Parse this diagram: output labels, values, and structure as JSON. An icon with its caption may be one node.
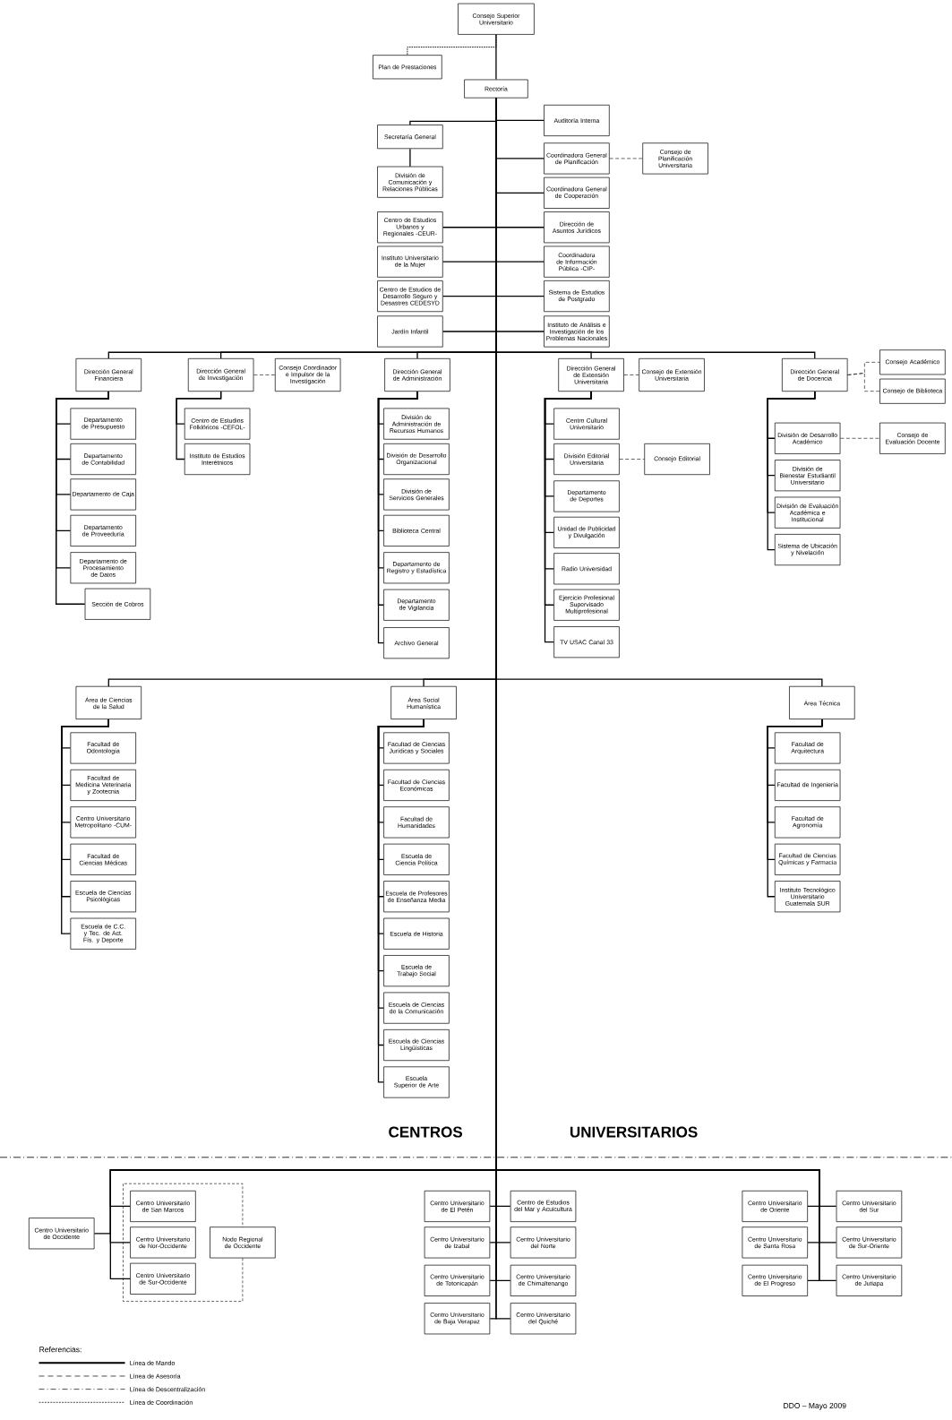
{
  "diagram": {
    "nodes": [
      {
        "text": [
          "Consejo Superior Universitario"
        ]
      },
      {
        "text": [
          "Plan de Prestaciones"
        ]
      },
      {
        "text": [
          "Rectoría"
        ]
      },
      {
        "text": [
          "Secretaría General"
        ]
      },
      {
        "text": [
          "División de Comunicación y Relaciones Públicas"
        ]
      },
      {
        "text": [
          "Auditoría Interna"
        ]
      },
      {
        "text": [
          "Coordinadora General de Planificación"
        ]
      },
      {
        "text": [
          "Consejo de Planificación Universitaria"
        ]
      },
      {
        "text": [
          "Coordinadora General de Cooperación"
        ]
      },
      {
        "text": [
          "Centro de Estudios Urbanos y Regionales -CEUR-"
        ]
      },
      {
        "text": [
          "Dirección de Asuntos Jurídicos"
        ]
      },
      {
        "text": [
          "Instituto Universitario de la Mujer"
        ]
      },
      {
        "text": [
          "Coordinadora de Información Pública -CIP-"
        ]
      },
      {
        "text": [
          "Centro de Estudios de Desarrollo Seguro y Desastres CEDESYD"
        ]
      },
      {
        "text": [
          "Sistema de Estudios de Postgrado"
        ]
      },
      {
        "text": [
          "Jardín Infantil"
        ]
      },
      {
        "text": [
          "Instituto de Análisis e Investigación de los Problemas Nacionales"
        ]
      },
      {
        "text": [
          "Dirección General Financiera"
        ]
      },
      {
        "text": [
          "Departamento de Presupuesto"
        ]
      },
      {
        "text": [
          "Departamento de Contabilidad"
        ]
      },
      {
        "text": [
          "Departamento de Caja"
        ]
      },
      {
        "text": [
          "Departamento de Proveeduría"
        ]
      },
      {
        "text": [
          "Departamento de Procesamiento de Datos"
        ]
      },
      {
        "text": [
          "Sección de Cobros"
        ]
      },
      {
        "text": [
          "Dirección General de Investigación"
        ]
      },
      {
        "text": [
          "Consejo Coordinador e Impulsor de la Investigación"
        ]
      },
      {
        "text": [
          "Centro de Estudios Folklóricos -CEFOL-"
        ]
      },
      {
        "text": [
          "Instituto de Estudios Interétnicos"
        ]
      },
      {
        "text": [
          "Dirección General de Administración"
        ]
      },
      {
        "text": [
          "División de Administración de Recursos Humanos"
        ]
      },
      {
        "text": [
          "División de Desarrollo Organizacional"
        ]
      },
      {
        "text": [
          "División de Servicios Generales"
        ]
      },
      {
        "text": [
          "Biblioteca Central"
        ]
      },
      {
        "text": [
          "Departamento de Registro y Estadística"
        ]
      },
      {
        "text": [
          "Departamento de Vigilancia"
        ]
      },
      {
        "text": [
          "Archivo General"
        ]
      },
      {
        "text": [
          "Dirección General de Extensión Universitaria"
        ]
      },
      {
        "text": [
          "Consejo de Extensión Universitaria"
        ]
      },
      {
        "text": [
          "Centro Cultural Universitario"
        ]
      },
      {
        "text": [
          "División Editorial Universitaria"
        ]
      },
      {
        "text": [
          "Consejo Editorial"
        ]
      },
      {
        "text": [
          "Departamento de Deportes"
        ]
      },
      {
        "text": [
          "Unidad de Publicidad y Divulgación"
        ]
      },
      {
        "text": [
          "Radio Universidad"
        ]
      },
      {
        "text": [
          "Ejercicio Profesional Supervisado Multiprofesional"
        ]
      },
      {
        "text": [
          "TV USAC Canal 33"
        ]
      },
      {
        "text": [
          "Dirección General de Docencia"
        ]
      },
      {
        "text": [
          "Consejo Académico"
        ]
      },
      {
        "text": [
          "Consejo de Biblioteca"
        ]
      },
      {
        "text": [
          "División de Desarrollo Académico"
        ]
      },
      {
        "text": [
          "Consejo de Evaluación Docente"
        ]
      },
      {
        "text": [
          "División de Bienestar Estudiantil Universitario"
        ]
      },
      {
        "text": [
          "División de Evaluación Académica e Institucional"
        ]
      },
      {
        "text": [
          "Sistema de Ubicación y Nivelación"
        ]
      },
      {
        "text": [
          "Área de Ciencias de la Salud"
        ]
      },
      {
        "text": [
          "Facultad de Odontología"
        ]
      },
      {
        "text": [
          "Facultad de Medicina Veterinaria y Zootecnia"
        ]
      },
      {
        "text": [
          "Centro Universitario Metropolitano -CUM-"
        ]
      },
      {
        "text": [
          "Facultad de Ciencias Médicas"
        ]
      },
      {
        "text": [
          "Escuela de Ciencias Psicológicas"
        ]
      },
      {
        "text": [
          "Escuela de C.C. y Tec. de Act. Fís. y Deporte"
        ]
      },
      {
        "text": [
          "Área Social Humanística"
        ]
      },
      {
        "text": [
          "Facultad de Ciencias Jurídicas y Sociales"
        ]
      },
      {
        "text": [
          "Facultad de Ciencias Económicas"
        ]
      },
      {
        "text": [
          "Facultad de Humanidades"
        ]
      },
      {
        "text": [
          "Escuela de Ciencia Política"
        ]
      },
      {
        "text": [
          "Escuela de Profesores de Enseñanza Media"
        ]
      },
      {
        "text": [
          "Escuela de Historia"
        ]
      },
      {
        "text": [
          "Escuela de Trabajo Social"
        ]
      },
      {
        "text": [
          "Escuela de Ciencias de la Comunicación"
        ]
      },
      {
        "text": [
          "Escuela de Ciencias Lingüísticas"
        ]
      },
      {
        "text": [
          "Escuela Superior de Arte"
        ]
      },
      {
        "text": [
          "Área Técnica"
        ]
      },
      {
        "text": [
          "Facultad de Arquitectura"
        ]
      },
      {
        "text": [
          "Facultad de Ingeniería"
        ]
      },
      {
        "text": [
          "Facultad de Agronomía"
        ]
      },
      {
        "text": [
          "Facultad de Ciencias Químicas y Farmacia"
        ]
      },
      {
        "text": [
          "Instituto Tecnológico Universitario Guatemala SUR"
        ]
      },
      {
        "text": [
          "Centro Universitario de Occidente"
        ]
      },
      {
        "text": [
          "Centro Universitario de San Marcos"
        ]
      },
      {
        "text": [
          "Centro Universitario de Nor-Occidente"
        ]
      },
      {
        "text": [
          "Centro Universitario de Sur-Occidente"
        ]
      },
      {
        "text": [
          "Nodo Regional de Occidente"
        ]
      },
      {
        "text": [
          "Centro Universitario de El Petén"
        ]
      },
      {
        "text": [
          "Centro de Estudios del Mar y Acuicultura"
        ]
      },
      {
        "text": [
          "Centro Universitario de Izabal"
        ]
      },
      {
        "text": [
          "Centro Universitario del Norte"
        ]
      },
      {
        "text": [
          "Centro Universitario de Totonicapán"
        ]
      },
      {
        "text": [
          "Centro Universitario de Chimaltenango"
        ]
      },
      {
        "text": [
          "Centro Universitario de Baja Verapaz"
        ]
      },
      {
        "text": [
          "Centro Universitario del Quiché"
        ]
      },
      {
        "text": [
          "Centro Universitario de Oriente"
        ]
      },
      {
        "text": [
          "Centro Universitario del Sur"
        ]
      },
      {
        "text": [
          "Centro Universitario de Santa Rosa"
        ]
      },
      {
        "text": [
          "Centro Universitario de Sur-Oriente"
        ]
      },
      {
        "text": [
          "Centro Universitario de El Progreso"
        ]
      },
      {
        "text": [
          "Centro Universitario de Jutiapa"
        ]
      }
    ],
    "edges": [
      {
        "from": 0,
        "to": 2,
        "arrow": "none"
      },
      {
        "from": 0,
        "to": 1,
        "arrow": "none",
        "style": "dashed"
      },
      {
        "from": 2,
        "to": 3,
        "arrow": "none"
      },
      {
        "from": 3,
        "to": 4,
        "arrow": "none"
      },
      {
        "from": 2,
        "to": 5,
        "arrow": "none"
      },
      {
        "from": 2,
        "to": 6,
        "arrow": "none"
      },
      {
        "from": 6,
        "to": 7,
        "arrow": "none",
        "style": "dashed"
      },
      {
        "from": 2,
        "to": 8,
        "arrow": "none"
      },
      {
        "from": 2,
        "to": 9,
        "arrow": "none"
      },
      {
        "from": 2,
        "to": 10,
        "arrow": "none"
      },
      {
        "from": 2,
        "to": 11,
        "arrow": "none"
      },
      {
        "from": 2,
        "to": 12,
        "arrow": "none"
      },
      {
        "from": 2,
        "to": 13,
        "arrow": "none"
      },
      {
        "from": 2,
        "to": 14,
        "arrow": "none"
      },
      {
        "from": 2,
        "to": 15,
        "arrow": "none"
      },
      {
        "from": 2,
        "to": 16,
        "arrow": "none"
      },
      {
        "from": 2,
        "to": 17,
        "arrow": "none"
      },
      {
        "from": 17,
        "to": 18,
        "arrow": "none"
      },
      {
        "from": 17,
        "to": 19,
        "arrow": "none"
      },
      {
        "from": 17,
        "to": 20,
        "arrow": "none"
      },
      {
        "from": 17,
        "to": 21,
        "arrow": "none"
      },
      {
        "from": 17,
        "to": 22,
        "arrow": "none"
      },
      {
        "from": 17,
        "to": 23,
        "arrow": "none"
      },
      {
        "from": 2,
        "to": 24,
        "arrow": "none"
      },
      {
        "from": 24,
        "to": 25,
        "arrow": "none",
        "style": "dashed"
      },
      {
        "from": 24,
        "to": 26,
        "arrow": "none"
      },
      {
        "from": 24,
        "to": 27,
        "arrow": "none"
      },
      {
        "from": 2,
        "to": 28,
        "arrow": "none"
      },
      {
        "from": 28,
        "to": 29,
        "arrow": "none"
      },
      {
        "from": 28,
        "to": 30,
        "arrow": "none"
      },
      {
        "from": 28,
        "to": 31,
        "arrow": "none"
      },
      {
        "from": 28,
        "to": 32,
        "arrow": "none"
      },
      {
        "from": 28,
        "to": 33,
        "arrow": "none"
      },
      {
        "from": 28,
        "to": 34,
        "arrow": "none"
      },
      {
        "from": 28,
        "to": 35,
        "arrow": "none"
      },
      {
        "from": 2,
        "to": 36,
        "arrow": "none"
      },
      {
        "from": 36,
        "to": 37,
        "arrow": "none",
        "style": "dashed"
      },
      {
        "from": 36,
        "to": 38,
        "arrow": "none"
      },
      {
        "from": 36,
        "to": 39,
        "arrow": "none"
      },
      {
        "from": 39,
        "to": 40,
        "arrow": "none",
        "style": "dashed"
      },
      {
        "from": 36,
        "to": 41,
        "arrow": "none"
      },
      {
        "from": 36,
        "to": 42,
        "arrow": "none"
      },
      {
        "from": 36,
        "to": 43,
        "arrow": "none"
      },
      {
        "from": 36,
        "to": 44,
        "arrow": "none"
      },
      {
        "from": 36,
        "to": 45,
        "arrow": "none"
      },
      {
        "from": 2,
        "to": 46,
        "arrow": "none"
      },
      {
        "from": 46,
        "to": 47,
        "arrow": "none",
        "style": "dashed"
      },
      {
        "from": 46,
        "to": 48,
        "arrow": "none",
        "style": "dashed"
      },
      {
        "from": 46,
        "to": 49,
        "arrow": "none"
      },
      {
        "from": 49,
        "to": 50,
        "arrow": "none",
        "style": "dashed"
      },
      {
        "from": 46,
        "to": 51,
        "arrow": "none"
      },
      {
        "from": 46,
        "to": 52,
        "arrow": "none"
      },
      {
        "from": 46,
        "to": 53,
        "arrow": "none"
      },
      {
        "from": 2,
        "to": 54,
        "arrow": "none"
      },
      {
        "from": 54,
        "to": 55,
        "arrow": "none"
      },
      {
        "from": 54,
        "to": 56,
        "arrow": "none"
      },
      {
        "from": 54,
        "to": 57,
        "arrow": "none"
      },
      {
        "from": 54,
        "to": 58,
        "arrow": "none"
      },
      {
        "from": 54,
        "to": 59,
        "arrow": "none"
      },
      {
        "from": 54,
        "to": 60,
        "arrow": "none"
      },
      {
        "from": 2,
        "to": 61,
        "arrow": "none"
      },
      {
        "from": 61,
        "to": 62,
        "arrow": "none"
      },
      {
        "from": 61,
        "to": 63,
        "arrow": "none"
      },
      {
        "from": 61,
        "to": 64,
        "arrow": "none"
      },
      {
        "from": 61,
        "to": 65,
        "arrow": "none"
      },
      {
        "from": 61,
        "to": 66,
        "arrow": "none"
      },
      {
        "from": 61,
        "to": 67,
        "arrow": "none"
      },
      {
        "from": 61,
        "to": 68,
        "arrow": "none"
      },
      {
        "from": 61,
        "to": 69,
        "arrow": "none"
      },
      {
        "from": 61,
        "to": 70,
        "arrow": "none"
      },
      {
        "from": 61,
        "to": 71,
        "arrow": "none"
      },
      {
        "from": 2,
        "to": 72,
        "arrow": "none"
      },
      {
        "from": 72,
        "to": 73,
        "arrow": "none"
      },
      {
        "from": 72,
        "to": 74,
        "arrow": "none"
      },
      {
        "from": 72,
        "to": 75,
        "arrow": "none"
      },
      {
        "from": 72,
        "to": 76,
        "arrow": "none"
      },
      {
        "from": 72,
        "to": 77,
        "arrow": "none"
      },
      {
        "from": 2,
        "to": 78,
        "arrow": "none"
      },
      {
        "from": 2,
        "to": 79,
        "arrow": "none"
      },
      {
        "from": 2,
        "to": 80,
        "arrow": "none"
      },
      {
        "from": 2,
        "to": 81,
        "arrow": "none"
      },
      {
        "from": 2,
        "to": 83,
        "arrow": "none"
      },
      {
        "from": 2,
        "to": 84,
        "arrow": "none"
      },
      {
        "from": 2,
        "to": 85,
        "arrow": "none"
      },
      {
        "from": 2,
        "to": 86,
        "arrow": "none"
      },
      {
        "from": 2,
        "to": 87,
        "arrow": "none"
      },
      {
        "from": 2,
        "to": 88,
        "arrow": "none"
      },
      {
        "from": 2,
        "to": 89,
        "arrow": "none"
      },
      {
        "from": 2,
        "to": 90,
        "arrow": "none"
      },
      {
        "from": 2,
        "to": 91,
        "arrow": "none"
      },
      {
        "from": 2,
        "to": 92,
        "arrow": "none"
      },
      {
        "from": 2,
        "to": 93,
        "arrow": "none"
      },
      {
        "from": 2,
        "to": 94,
        "arrow": "none"
      },
      {
        "from": 2,
        "to": 95,
        "arrow": "none"
      },
      {
        "from": 2,
        "to": 96,
        "arrow": "none"
      }
    ],
    "labels": [
      "CENTROS",
      "UNIVERSITARIOS",
      "Referencias:",
      "DDO – Mayo 2009"
    ],
    "legend": [
      {
        "text": "Línea de Mando"
      },
      {
        "text": "Línea de Asesoría"
      },
      {
        "text": "Línea de Descentralización"
      },
      {
        "text": "Línea de Coordinación"
      }
    ]
  }
}
